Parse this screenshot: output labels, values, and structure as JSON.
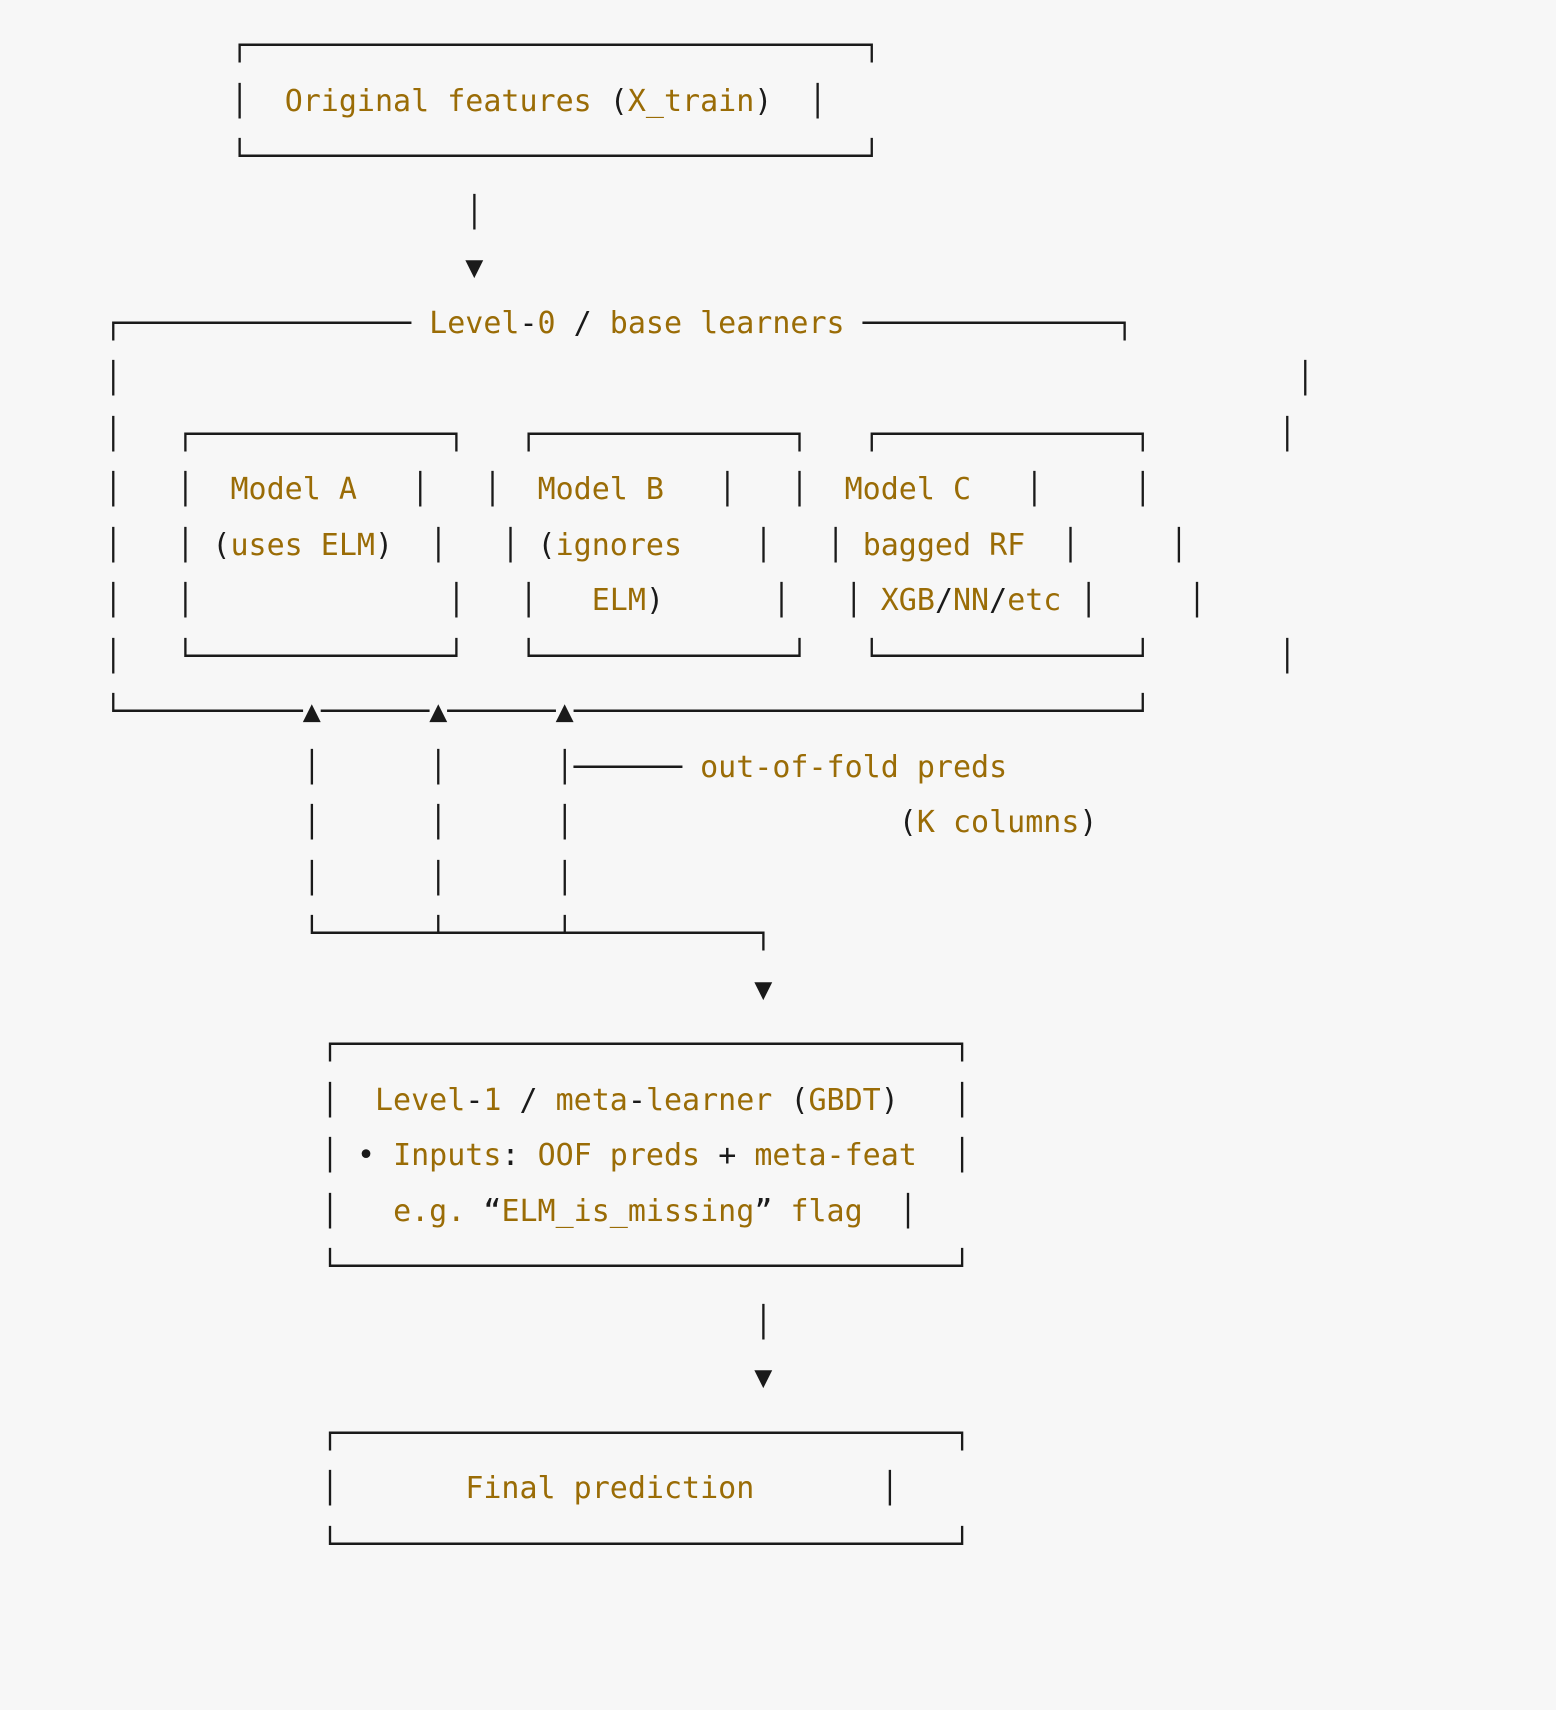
{
  "theme": {
    "background": "#f7f7f7",
    "text_accent": "#9a6c06",
    "text_plain": "#1a1a1a",
    "font_style": "monospace ascii art"
  },
  "diagram": {
    "type": "ascii-flowchart",
    "title_node": "Original features (X_train)",
    "nodes": {
      "input_box": {
        "label": "Original features (X_train)",
        "words": [
          "Original",
          "features"
        ],
        "paren": "(X_train)"
      },
      "level0_group": {
        "label": "Level-0 / base learners",
        "parts": [
          "Level",
          "-",
          "0",
          " / ",
          "base",
          " ",
          "learners"
        ]
      },
      "model_a": {
        "line1": "Model A",
        "line2": "(uses ELM)",
        "line3": ""
      },
      "model_b": {
        "line1": "Model B",
        "line2": "(ignores",
        "line3": "ELM)"
      },
      "model_c": {
        "line1": "Model C",
        "line2": "bagged RF",
        "line3": "XGB/NN/etc"
      },
      "oof_label": "out-of-fold preds",
      "k_columns_label": "(K columns)",
      "level1_box": {
        "line1": "Level-1 / meta-learner (GBDT)",
        "line2": "• Inputs: OOF preds + meta-feat",
        "line3": "e.g. “ELM_is_missing” flag"
      },
      "final_box": {
        "label": "Final prediction"
      }
    },
    "edges": [
      {
        "from": "input_box",
        "to": "level0_group",
        "glyph": "▼",
        "name": "arrow-down-to-level0"
      },
      {
        "from": "model_a",
        "to": "oof_bus",
        "glyph": "▲",
        "name": "arrow-up-model-a"
      },
      {
        "from": "model_b",
        "to": "oof_bus",
        "glyph": "▲",
        "name": "arrow-up-model-b"
      },
      {
        "from": "model_c",
        "to": "oof_bus",
        "glyph": "▲",
        "name": "arrow-up-model-c"
      },
      {
        "from": "oof_bus",
        "to": "level1_box",
        "glyph": "▼",
        "name": "arrow-down-to-level1"
      },
      {
        "from": "level1_box",
        "to": "final_box",
        "glyph": "▼",
        "name": "arrow-down-to-final"
      }
    ]
  },
  "art": {
    "l01": "      ┌──────────────────────────────┐",
    "final_row": "      │      Final prediction       │"
  },
  "text_runs": {
    "original_features": "Original features",
    "x_train": "X_train",
    "level": "Level",
    "zero": "0",
    "base_learners": "base learners",
    "one": "1",
    "meta_learner": "meta",
    "learner": "learner",
    "gbdt": "GBDT",
    "model_a": "Model A",
    "uses_elm": "uses ELM",
    "model_b": "Model B",
    "ignores": "ignores",
    "elm": "ELM",
    "model_c": "Model C",
    "bagged_rf": "bagged RF",
    "xgb": "XGB",
    "nn": "NN",
    "etc": "etc",
    "oof_preds": "out-of-fold preds",
    "k_columns": "K columns",
    "inputs": "Inputs",
    "oof": "OOF preds",
    "plus_meta_feat": "meta-feat",
    "eg": "e.g.",
    "elm_is_missing": "ELM_is_missing",
    "flag": "flag",
    "final_prediction": "Final prediction"
  }
}
